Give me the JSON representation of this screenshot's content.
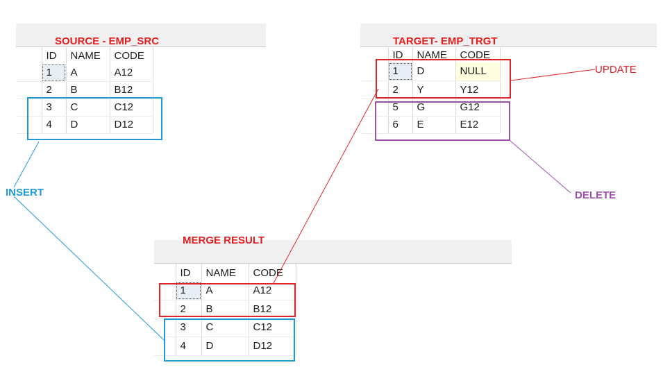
{
  "source": {
    "title": "SOURCE - EMP_SRC",
    "columns": [
      "ID",
      "NAME",
      "CODE"
    ],
    "rows": [
      {
        "id": "1",
        "name": "A",
        "code": "A12"
      },
      {
        "id": "2",
        "name": "B",
        "code": "B12"
      },
      {
        "id": "3",
        "name": "C",
        "code": "C12"
      },
      {
        "id": "4",
        "name": "D",
        "code": "D12"
      }
    ]
  },
  "target": {
    "title": "TARGET- EMP_TRGT",
    "columns": [
      "ID",
      "NAME",
      "CODE"
    ],
    "rows": [
      {
        "id": "1",
        "name": "D",
        "code": "NULL"
      },
      {
        "id": "2",
        "name": "Y",
        "code": "Y12"
      },
      {
        "id": "5",
        "name": "G",
        "code": "G12"
      },
      {
        "id": "6",
        "name": "E",
        "code": "E12"
      }
    ]
  },
  "result": {
    "title": "MERGE RESULT",
    "columns": [
      "ID",
      "NAME",
      "CODE"
    ],
    "rows": [
      {
        "id": "1",
        "name": "A",
        "code": "A12"
      },
      {
        "id": "2",
        "name": "B",
        "code": "B12"
      },
      {
        "id": "3",
        "name": "C",
        "code": "C12"
      },
      {
        "id": "4",
        "name": "D",
        "code": "D12"
      }
    ]
  },
  "annotations": {
    "insert": "INSERT",
    "update": "UPDATE",
    "delete": "DELETE"
  },
  "colors": {
    "title_red": "#e02020",
    "insert_blue": "#1e9bd7",
    "update_red": "#e0242b",
    "delete_purple": "#9b4fa8"
  }
}
